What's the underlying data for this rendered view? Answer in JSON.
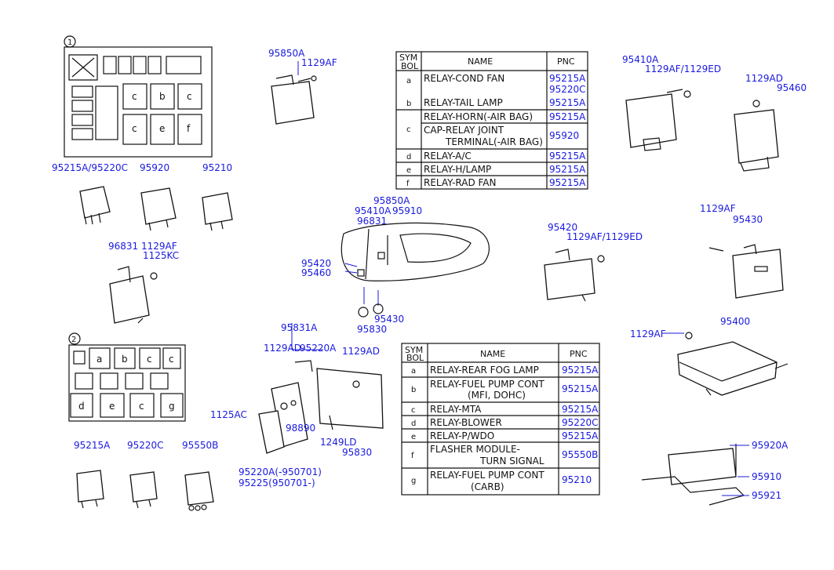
{
  "callouts": {
    "c1": "1",
    "c2": "2"
  },
  "fusebox1": {
    "cells": [
      "c",
      "b",
      "c",
      "c",
      "e",
      "f"
    ]
  },
  "fusebox2": {
    "cells": [
      "a",
      "b",
      "c",
      "c",
      "d",
      "e",
      "c",
      "g"
    ]
  },
  "part_labels": {
    "p95850A_top": "95850A",
    "p1129AF_top": "1129AF",
    "p95410A_top": "95410A",
    "p1129AF_1129ED_top": "1129AF/1129ED",
    "p1129AD_right": "1129AD",
    "p95460_right": "95460",
    "p95215A_95220C": "95215A/95220C",
    "p95920_left": "95920",
    "p95210_left": "95210",
    "p96831_left": "96831",
    "p1129AF_left": "1129AF",
    "p1125KC_left": "1125KC",
    "p95850A_mid": "95850A",
    "p95410A_mid": "95410A",
    "p95910_mid": "95910",
    "p96831_mid": "96831",
    "p95420_mid": "95420",
    "p95460_mid": "95460",
    "p95830_mid": "95830",
    "p95430_mid": "95430",
    "p95420_right": "95420",
    "p1129AF_1129ED_right": "1129AF/1129ED",
    "p1129AF_r2": "1129AF",
    "p95430_right": "95430",
    "p1129AF_r3": "1129AF",
    "p95400": "95400",
    "p95831A": "95831A",
    "p1129AD_c": "1129AD",
    "p95220A_c": "95220A",
    "p1129AD_c2": "1129AD",
    "p1125AC": "1125AC",
    "p98890": "98890",
    "p1249LD": "1249LD",
    "p95830_c": "95830",
    "p95220A_note": "95220A(-950701)",
    "p95225_note": "95225(950701-)",
    "p95215A_bl": "95215A",
    "p95220C_bl": "95220C",
    "p95550B_bl": "95550B",
    "p95920A_br": "95920A",
    "p95910_br": "95910",
    "p95921_br": "95921"
  },
  "table1": {
    "headers": {
      "sym": [
        "SYM",
        "BOL"
      ],
      "name": "NAME",
      "pnc": "PNC"
    },
    "rows": [
      {
        "sym": "a",
        "names": [
          "RELAY-COND FAN"
        ],
        "pncs": [
          "95215A",
          "95220C"
        ]
      },
      {
        "sym": "b",
        "names": [
          "RELAY-TAIL LAMP"
        ],
        "pncs": [
          "95215A"
        ]
      },
      {
        "sym": "c",
        "names": [
          "RELAY-HORN(-AIR BAG)",
          "CAP-RELAY JOINT",
          "TERMINAL(-AIR BAG)"
        ],
        "pncs": [
          "95215A",
          "95920"
        ]
      },
      {
        "sym": "d",
        "names": [
          "RELAY-A/C"
        ],
        "pncs": [
          "95215A"
        ]
      },
      {
        "sym": "e",
        "names": [
          "RELAY-H/LAMP"
        ],
        "pncs": [
          "95215A"
        ]
      },
      {
        "sym": "f",
        "names": [
          "RELAY-RAD FAN"
        ],
        "pncs": [
          "95215A"
        ]
      }
    ]
  },
  "table2": {
    "headers": {
      "sym": [
        "SYM",
        "BOL"
      ],
      "name": "NAME",
      "pnc": "PNC"
    },
    "rows": [
      {
        "sym": "a",
        "names": [
          "RELAY-REAR FOG LAMP"
        ],
        "pncs": [
          "95215A"
        ]
      },
      {
        "sym": "b",
        "names": [
          "RELAY-FUEL PUMP CONT",
          "(MFI, DOHC)"
        ],
        "pncs": [
          "95215A"
        ]
      },
      {
        "sym": "c",
        "names": [
          "RELAY-MTA"
        ],
        "pncs": [
          "95215A"
        ]
      },
      {
        "sym": "d",
        "names": [
          "RELAY-BLOWER"
        ],
        "pncs": [
          "95220C"
        ]
      },
      {
        "sym": "e",
        "names": [
          "RELAY-P/WDO"
        ],
        "pncs": [
          "95215A"
        ]
      },
      {
        "sym": "f",
        "names": [
          "FLASHER MODULE-",
          "TURN SIGNAL"
        ],
        "pncs": [
          "95550B"
        ]
      },
      {
        "sym": "g",
        "names": [
          "RELAY-FUEL PUMP CONT",
          "(CARB)"
        ],
        "pncs": [
          "95210"
        ]
      }
    ]
  }
}
